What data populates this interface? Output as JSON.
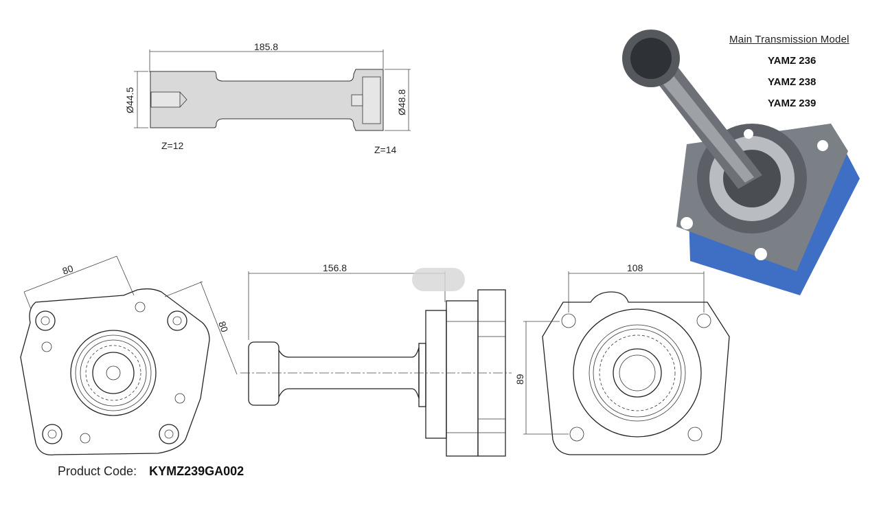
{
  "shaft_drawing": {
    "length_dim": "185.8",
    "left_diameter": "Ø44.5",
    "right_diameter": "Ø48.8",
    "left_teeth": "Z=12",
    "right_teeth": "Z=14"
  },
  "front_view": {
    "width_dim_1": "80",
    "width_dim_2": "80"
  },
  "side_view": {
    "length_dim": "156.8"
  },
  "rear_view": {
    "width_dim": "108",
    "height_dim": "89"
  },
  "models": {
    "title": "Main Transmission Model",
    "items": [
      "YAMZ 236",
      "YAMZ 238",
      "YAMZ 239"
    ]
  },
  "product": {
    "label": "Product Code:",
    "code": "KYMZ239GA002"
  },
  "colors": {
    "housing_blue": "#3f6fc4",
    "metal_gray": "#6b6f74",
    "shaft_fill": "#d9d9d9"
  }
}
